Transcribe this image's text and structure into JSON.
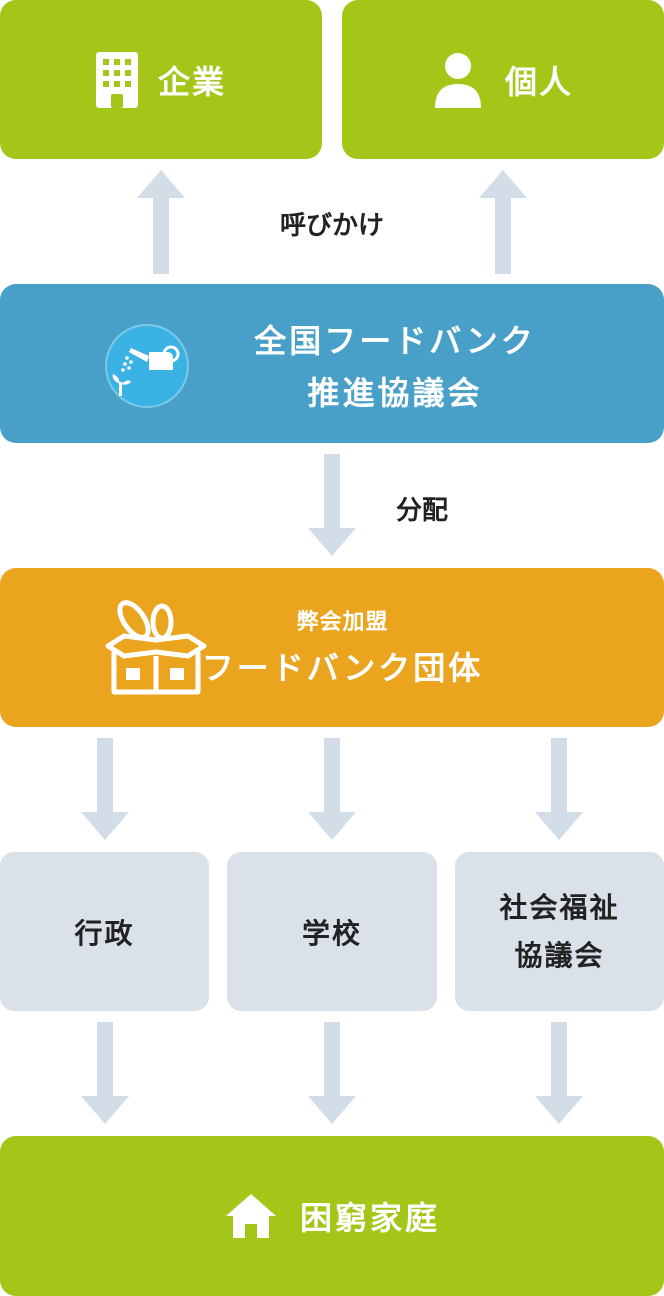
{
  "top": {
    "company_label": "企業",
    "individual_label": "個人"
  },
  "call_label": "呼びかけ",
  "council": {
    "line1": "全国フードバンク",
    "line2": "推進協議会"
  },
  "distribute_label": "分配",
  "foodbank": {
    "subtitle": "弊会加盟",
    "title": "フードバンク団体"
  },
  "orgs": {
    "gov": "行政",
    "school": "学校",
    "welfare_line1": "社会福祉",
    "welfare_line2": "協議会"
  },
  "bottom": {
    "label": "困窮家庭"
  },
  "colors": {
    "green": "#a3c619",
    "blue": "#48a0c9",
    "orange": "#eaa41e",
    "gray": "#dae1e8",
    "arrow": "#d2dde7"
  }
}
